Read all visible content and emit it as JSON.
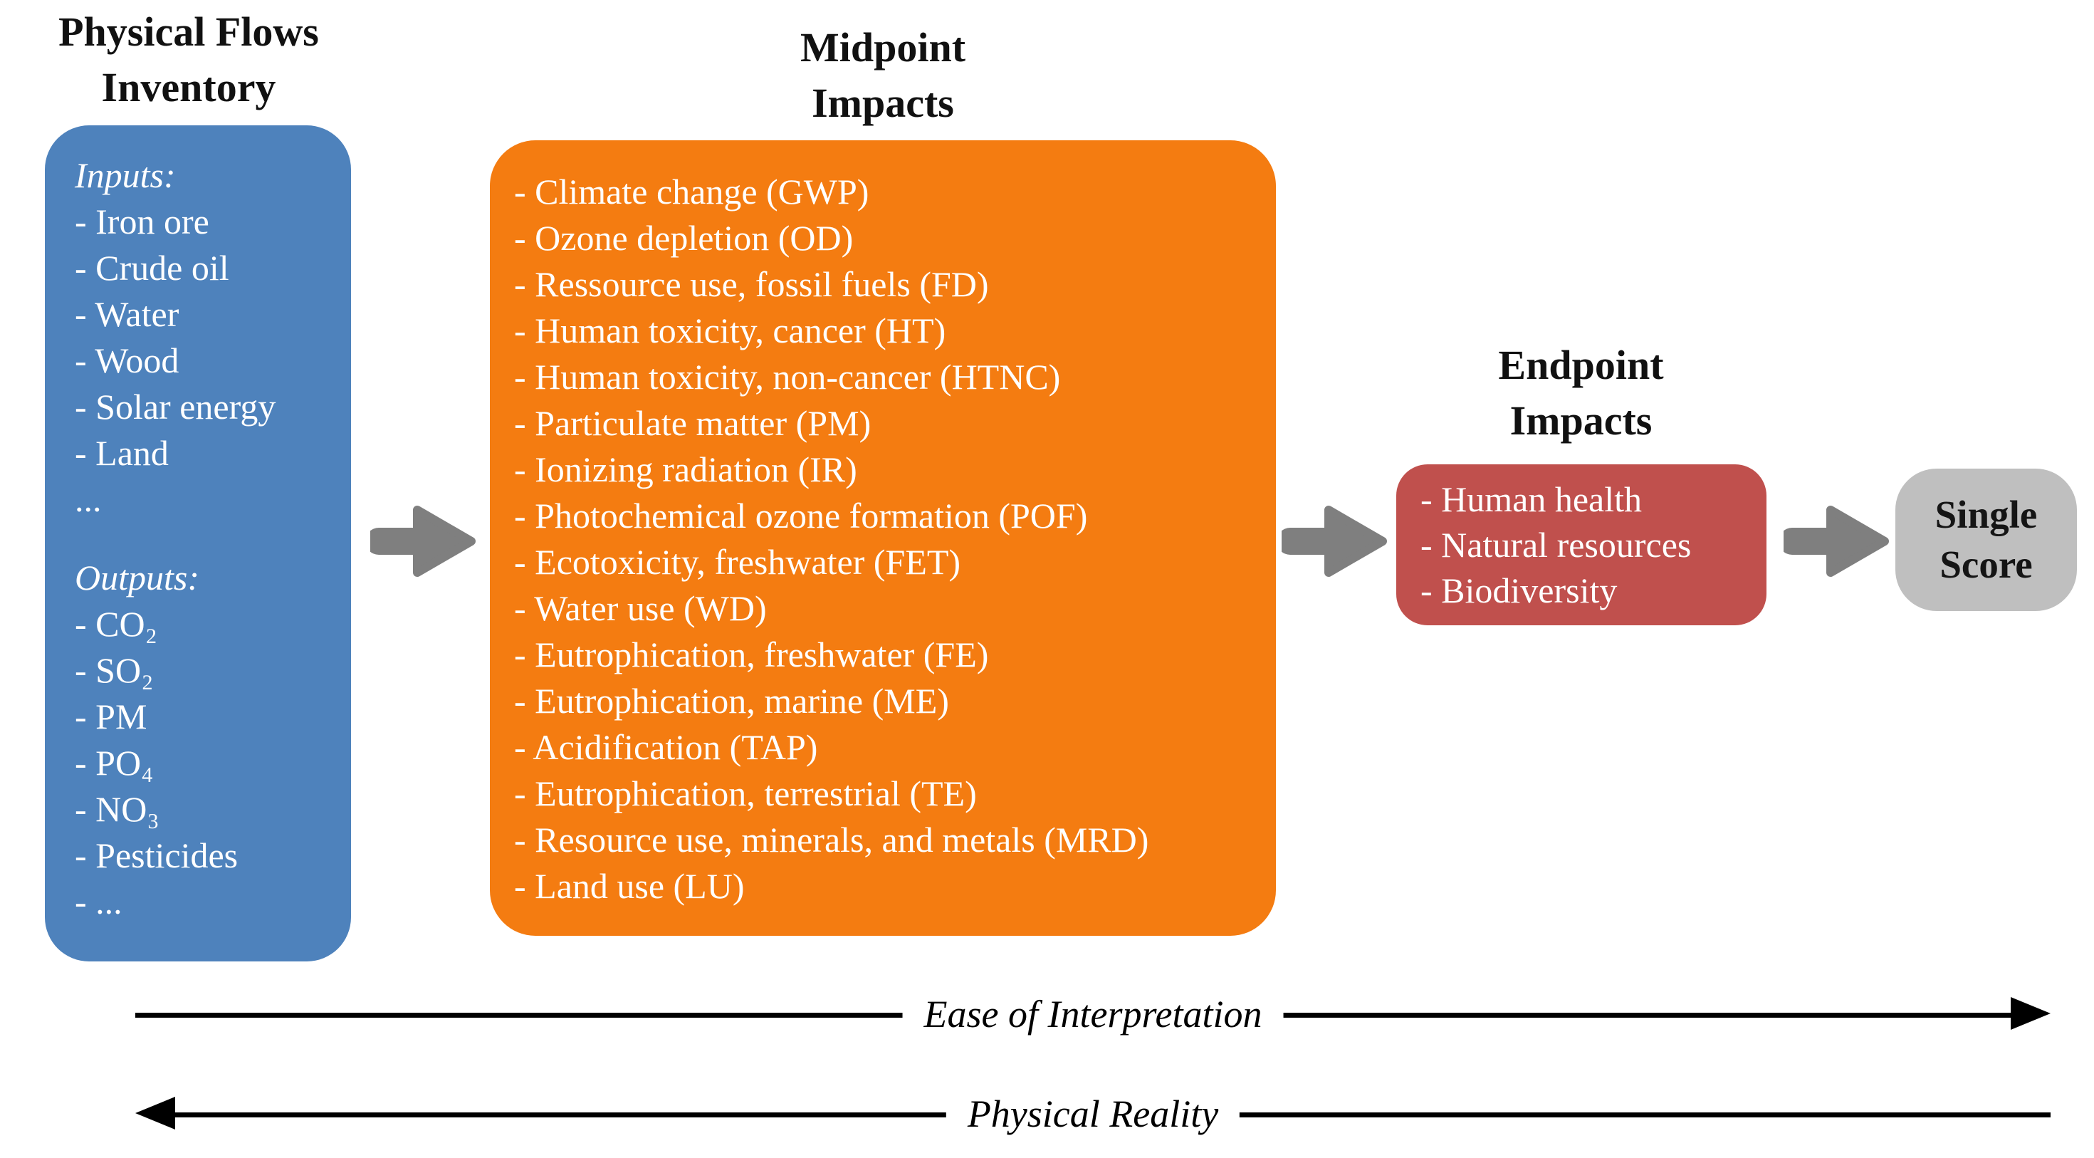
{
  "colors": {
    "inventory_blue": "#4E82BC",
    "midpoint_orange": "#F47C11",
    "endpoint_red": "#C0504D",
    "single_score_gray": "#BFBFBF",
    "flow_arrow_gray": "#7F7F7F",
    "axis_black": "#000000"
  },
  "inventory": {
    "title_lines": [
      "Physical Flows",
      "Inventory"
    ],
    "inputs_label": "Inputs:",
    "inputs": [
      "- Iron ore",
      "- Crude oil",
      "- Water",
      "- Wood",
      "- Solar energy",
      "- Land",
      "..."
    ],
    "outputs_label": "Outputs:",
    "outputs": [
      "- CO₂",
      "- SO₂",
      "- PM",
      "- PO₄",
      "- NO₃",
      "- Pesticides",
      "- ..."
    ]
  },
  "midpoint": {
    "title_lines": [
      "Midpoint",
      "Impacts"
    ],
    "items": [
      "- Climate change (GWP)",
      "- Ozone depletion (OD)",
      "- Ressource use, fossil fuels (FD)",
      "- Human toxicity, cancer (HT)",
      "- Human toxicity, non-cancer (HTNC)",
      "- Particulate matter (PM)",
      "- Ionizing radiation (IR)",
      "- Photochemical ozone formation (POF)",
      "- Ecotoxicity, freshwater (FET)",
      "- Water use (WD)",
      "- Eutrophication, freshwater (FE)",
      "- Eutrophication, marine (ME)",
      "- Acidification (TAP)",
      "- Eutrophication, terrestrial (TE)",
      "- Resource use, minerals, and metals (MRD)",
      "- Land use (LU)"
    ]
  },
  "endpoint": {
    "title_lines": [
      "Endpoint",
      "Impacts"
    ],
    "items": [
      "- Human health",
      "- Natural resources",
      "- Biodiversity"
    ]
  },
  "single_score": {
    "label_lines": [
      "Single",
      "Score"
    ]
  },
  "axes": {
    "ease_label": "Ease of Interpretation",
    "reality_label": "Physical Reality"
  }
}
